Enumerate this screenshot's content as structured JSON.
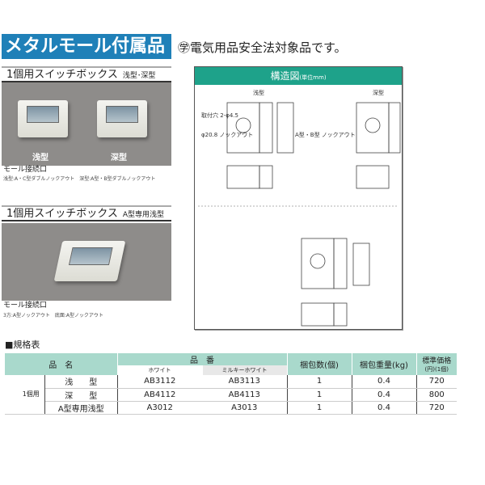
{
  "header": {
    "title": "メタルモール付属品",
    "notice": "㊫電気用品安全法対象品です。"
  },
  "section1": {
    "title": "1個用スイッチボックス",
    "subtitle": "浅型･深型",
    "photo_labels": [
      "浅型",
      "深型"
    ],
    "caption_title": "モール接続口",
    "caption_detail": "浅型:A・C型ダブルノックアウト　深型:A型・B型ダブルノックアウト"
  },
  "section2": {
    "title": "1個用スイッチボックス",
    "subtitle": "A型専用浅型",
    "caption_title": "モール接続口",
    "caption_detail": "3方:A型ノックアウト　底面:A型ノックアウト"
  },
  "diagram": {
    "title": "構造図",
    "unit": "(単位mm)",
    "labels": [
      "浅型",
      "深型"
    ],
    "callouts": [
      "取付穴 2-φ4.5",
      "φ20.8 ノックアウト",
      "A型・B型 ノックアウト"
    ]
  },
  "table": {
    "label": "■規格表",
    "headers": {
      "name": "品　名",
      "part_no": "品　番",
      "white": "ホワイト",
      "milky": "ミルキーホワイト",
      "qty": "梱包数(個)",
      "weight": "梱包重量(kg)",
      "price": "標準価格",
      "price_unit": "(円)(1個)"
    },
    "group": "1個用",
    "rows": [
      {
        "type": "浅　　型",
        "white": "AB3112",
        "milky": "AB3113",
        "qty": "1",
        "weight": "0.4",
        "price": "720"
      },
      {
        "type": "深　　型",
        "white": "AB4112",
        "milky": "AB4113",
        "qty": "1",
        "weight": "0.4",
        "price": "800"
      },
      {
        "type": "A型専用浅型",
        "white": "A3012",
        "milky": "A3013",
        "qty": "1",
        "weight": "0.4",
        "price": "720"
      }
    ]
  }
}
